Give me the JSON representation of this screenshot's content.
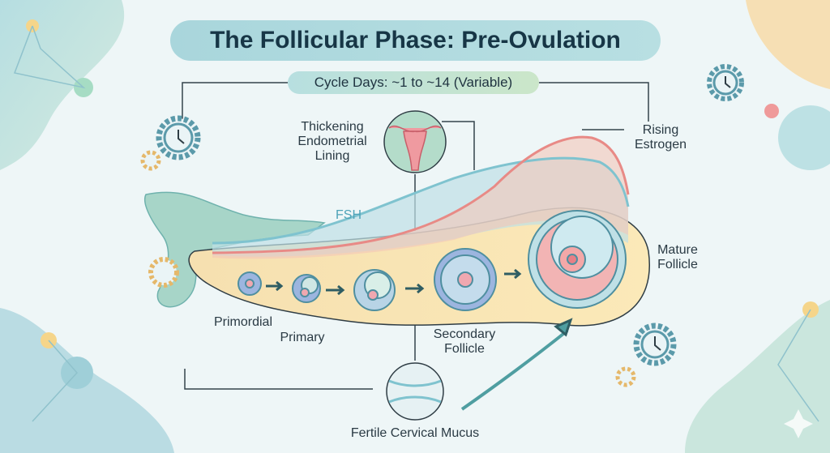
{
  "title": "The Follicular Phase: Pre-Ovulation",
  "subtitle": "Cycle Days: ~1 to ~14 (Variable)",
  "labels": {
    "endometrial": [
      "Thickening",
      "Endometrial",
      "Lining"
    ],
    "estrogen": [
      "Rising",
      "Estrogen"
    ],
    "fsh": "FSH",
    "primordial": "Primordial",
    "primary": "Primary",
    "secondary": [
      "Secondary",
      "Follicle"
    ],
    "mature": [
      "Mature",
      "Follicle"
    ],
    "mucus": "Fertile Cervical Mucus"
  },
  "colors": {
    "teal": "#7fc3cf",
    "estrogen": "#e88a86",
    "ovary": "#f8e3a8",
    "dark": "#173646"
  }
}
